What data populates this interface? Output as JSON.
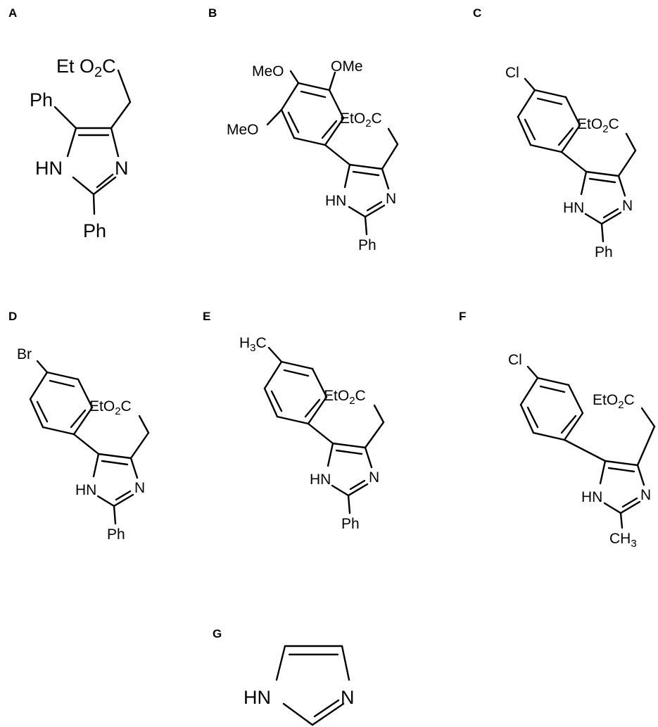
{
  "panels": [
    {
      "label": "A",
      "atoms": {
        "ester": "Et O",
        "ester_sub": "2",
        "ester_tail": "C",
        "ph_top": "Ph",
        "nh": "HN",
        "n": "N",
        "ph_bottom": "Ph"
      }
    },
    {
      "label": "B",
      "atoms": {
        "ome_left": "MeO",
        "ome_right": "OMe",
        "ome_low": "MeO",
        "ester": "EtO",
        "ester_sub": "2",
        "ester_tail": "C",
        "nh": "HN",
        "n": "N",
        "ph": "Ph"
      }
    },
    {
      "label": "C",
      "atoms": {
        "halogen": "Cl",
        "ester": "EtO",
        "ester_sub": "2",
        "ester_tail": "C",
        "nh": "HN",
        "n": "N",
        "ph": "Ph"
      }
    },
    {
      "label": "D",
      "atoms": {
        "halogen": "Br",
        "ester": "EtO",
        "ester_sub": "2",
        "ester_tail": "C",
        "nh": "HN",
        "n": "N",
        "ph": "Ph"
      }
    },
    {
      "label": "E",
      "atoms": {
        "methyl": "H",
        "methyl_sub": "3",
        "methyl_tail": "C",
        "ester": "EtO",
        "ester_sub": "2",
        "ester_tail": "C",
        "nh": "HN",
        "n": "N",
        "ph": "Ph"
      }
    },
    {
      "label": "F",
      "atoms": {
        "halogen": "Cl",
        "ester": "EtO",
        "ester_sub": "2",
        "ester_tail": "C",
        "nh": "HN",
        "n": "N",
        "methyl": "CH",
        "methyl_sub": "3"
      }
    },
    {
      "label": "G",
      "atoms": {
        "nh": "HN",
        "n": "N"
      }
    }
  ]
}
